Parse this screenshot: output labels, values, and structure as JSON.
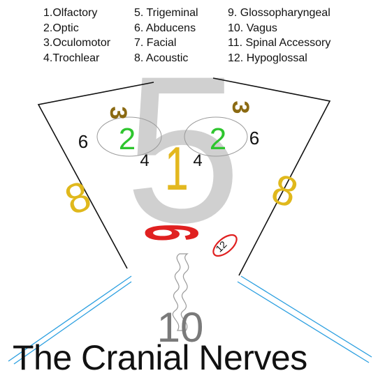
{
  "title": "The Cranial Nerves",
  "legend": {
    "column1": [
      "1.Olfactory",
      "2.Optic",
      "3.Oculomotor",
      "4.Trochlear"
    ],
    "column2": [
      "5. Trigeminal",
      "6. Abducens",
      "7. Facial",
      "8. Acoustic"
    ],
    "column3": [
      "9. Glossopharyngeal",
      "10. Vagus",
      "11. Spinal Accessory",
      "12. Hypoglossal"
    ]
  },
  "face_numbers": {
    "n1": "1",
    "n2_left": "2",
    "n2_right": "2",
    "n3_left": "3",
    "n3_right": "3",
    "n4_left": "4",
    "n4_right": "4",
    "n5": "5",
    "n6_left": "6",
    "n6_right": "6",
    "n8_left": "8",
    "n8_right": "8",
    "n9": "9",
    "n10": "10",
    "n12": "12"
  },
  "colors": {
    "n1": "#e3b81f",
    "n2": "#2ec52e",
    "n3": "#8b6a12",
    "n5": "#c8c8c8",
    "n8": "#e0b81c",
    "n9": "#e02020",
    "n10": "#7a7a7a",
    "n11": "#2b9fe0",
    "n12": "#e02020"
  }
}
